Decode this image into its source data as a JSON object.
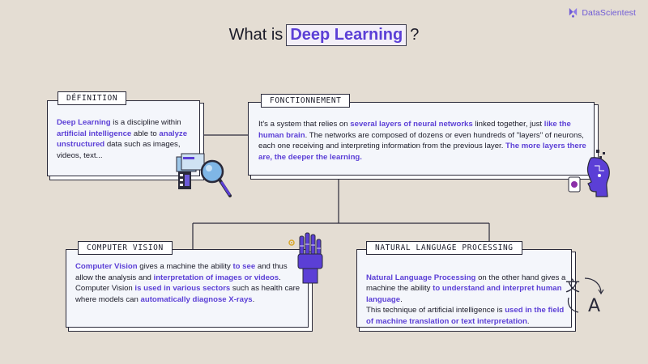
{
  "brand": {
    "name": "DataScientest"
  },
  "title": {
    "prefix": "What is ",
    "highlight": "Deep Learning",
    "suffix": "?"
  },
  "definition": {
    "label": "DÉFINITION",
    "parts": [
      {
        "t": "Deep Learning",
        "h": true
      },
      {
        "t": " is a discipline within ",
        "h": false
      },
      {
        "t": "artificial intelligence",
        "h": true
      },
      {
        "t": " able to ",
        "h": false
      },
      {
        "t": "analyze unstructured",
        "h": true
      },
      {
        "t": " data such as images, videos, text...",
        "h": false
      }
    ]
  },
  "fonctionnement": {
    "label": "FONCTIONNEMENT",
    "parts": [
      {
        "t": "It's a system that relies on ",
        "h": false
      },
      {
        "t": "several layers of neural networks",
        "h": true
      },
      {
        "t": " linked together, just ",
        "h": false
      },
      {
        "t": "like the human brain",
        "h": true
      },
      {
        "t": ". The networks are composed of dozens or even hundreds of \"layers\" of neurons, each one receiving and interpreting information from the previous layer. ",
        "h": false
      },
      {
        "t": "The more layers there are, the deeper the learning.",
        "h": true
      }
    ]
  },
  "computer_vision": {
    "label": "COMPUTER VISION",
    "parts": [
      {
        "t": "Computer Vision",
        "h": true
      },
      {
        "t": " gives a machine the ability ",
        "h": false
      },
      {
        "t": "to see",
        "h": true
      },
      {
        "t": " and thus allow the analysis and ",
        "h": false
      },
      {
        "t": "interpretation of images or videos",
        "h": true
      },
      {
        "t": ". Computer Vision ",
        "h": false
      },
      {
        "t": "is used in various sectors",
        "h": true
      },
      {
        "t": " such as health care where models can ",
        "h": false
      },
      {
        "t": "automatically diagnose X-rays",
        "h": true
      },
      {
        "t": ".",
        "h": false
      }
    ]
  },
  "nlp": {
    "label": "NATURAL LANGUAGE PROCESSING",
    "parts": [
      {
        "t": "Natural Language Processing",
        "h": true
      },
      {
        "t": " on the other hand gives a machine the ability ",
        "h": false
      },
      {
        "t": "to understand and interpret human language",
        "h": true
      },
      {
        "t": ".\nThis technique of artificial intelligence is ",
        "h": false
      },
      {
        "t": "used in the field of machine translation or text interpretation",
        "h": true
      },
      {
        "t": ".",
        "h": false
      }
    ]
  },
  "translate_glyphs": {
    "source": "文",
    "target": "A"
  },
  "colors": {
    "accent": "#5b3fd6",
    "background": "#e4ddd3",
    "card": "#f4f6fb",
    "ink": "#2a2a3a"
  }
}
